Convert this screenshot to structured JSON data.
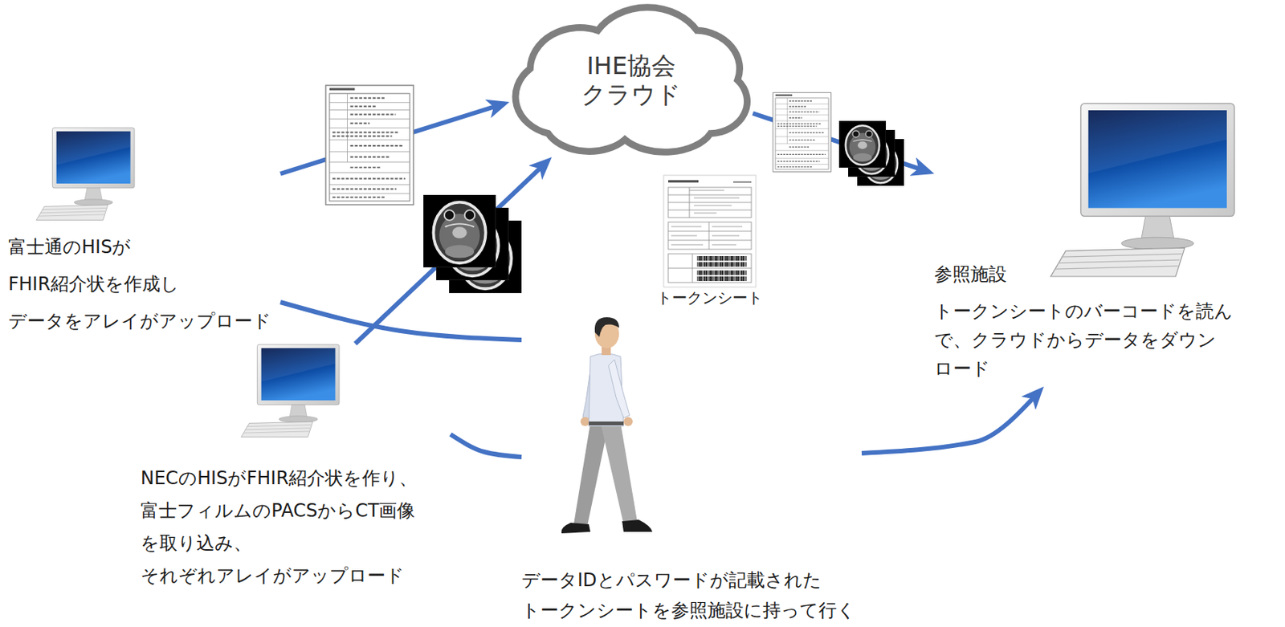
{
  "diagram": {
    "nodes": [
      {
        "text": [
          "IHE協会 クラウド"
        ]
      },
      {
        "text": [
          "富士通のHISが FHIR紹介状を作成し データをアレイがアップロード"
        ]
      },
      {
        "text": [
          "NECのHISがFHIR紹介状を作り、 富士フィルムのPACSからCT画像 を取り込み、 それぞれアレイがアップロード"
        ]
      },
      {
        "text": [
          "参照施設",
          "トークンシートのバーコードを読ん で、クラウドからデータをダウン ロード"
        ]
      },
      {
        "text": [
          "データIDとパスワードが記載された トークンシートを参照施設に持って行く"
        ]
      }
    ],
    "edges": [
      {
        "from": 1,
        "to": 0,
        "arrow": "to"
      },
      {
        "from": 2,
        "to": 0,
        "arrow": "to"
      },
      {
        "from": 0,
        "to": 3,
        "arrow": "to"
      },
      {
        "from": 1,
        "to": 4,
        "arrow": "none"
      },
      {
        "from": 2,
        "to": 4,
        "arrow": "none"
      },
      {
        "from": 4,
        "to": 3,
        "arrow": "to"
      }
    ],
    "labels": [
      "トークンシート"
    ]
  }
}
